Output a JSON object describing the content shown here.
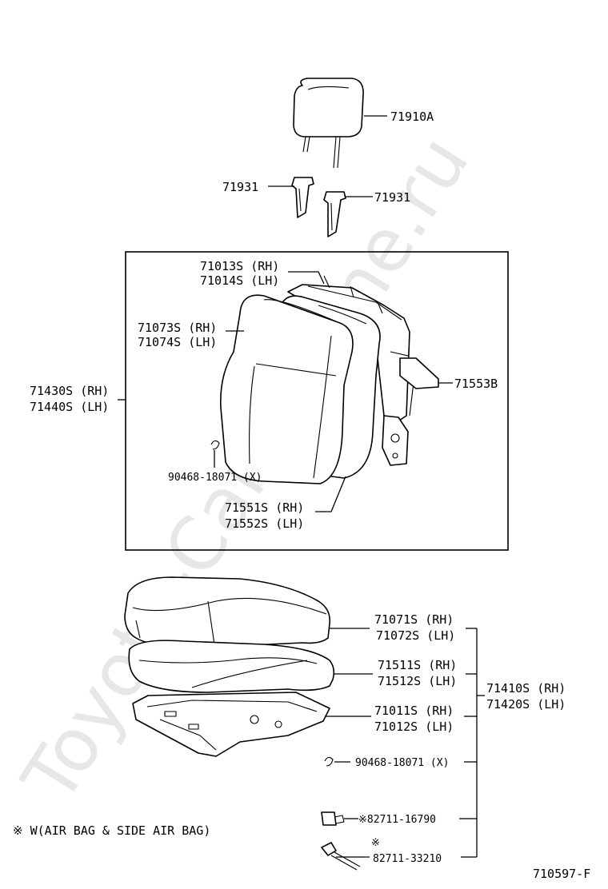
{
  "watermark": "Toyota-Camry-line.ru",
  "labels": {
    "headrest": "71910A",
    "guide_left": "71931",
    "guide_right": "71931",
    "back_frame_rh": "71013S (RH)",
    "back_frame_lh": "71014S (LH)",
    "back_cover_rh": "71073S (RH)",
    "back_cover_lh": "71074S (LH)",
    "back_assy_rh": "71430S (RH)",
    "back_assy_lh": "71440S (LH)",
    "bracket": "71553B",
    "back_clip": "90468-18071 (X)",
    "back_pad_rh": "71551S (RH)",
    "back_pad_lh": "71552S (LH)",
    "cushion_cover_rh": "71071S (RH)",
    "cushion_cover_lh": "71072S (LH)",
    "cushion_pad_rh": "71511S (RH)",
    "cushion_pad_lh": "71512S (LH)",
    "cushion_assy_rh": "71410S (RH)",
    "cushion_assy_lh": "71420S (LH)",
    "cushion_frame_rh": "71011S (RH)",
    "cushion_frame_lh": "71012S (LH)",
    "cushion_clip": "90468-18071 (X)",
    "wire_clip_a": "※82711-16790",
    "wire_mark_b": "※",
    "wire_b": "82711-33210",
    "footnote": "※ W(AIR BAG & SIDE AIR BAG)",
    "diagram_id": "710597-F"
  }
}
